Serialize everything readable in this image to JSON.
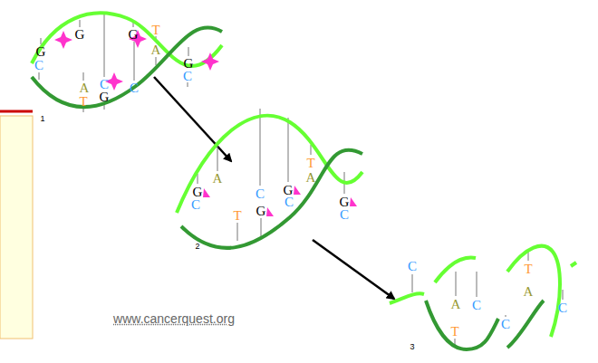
{
  "diagram": {
    "labels": [
      "G",
      "C",
      "G",
      "A",
      "T",
      "C",
      "G",
      "G",
      "C",
      "T",
      "A",
      "G",
      "C",
      "1",
      "G",
      "C",
      "A",
      "T",
      "C",
      "G",
      "G",
      "C",
      "T",
      "A",
      "G",
      "C",
      "2",
      "www.cancerquest.org",
      "C",
      "A",
      "T",
      "C",
      "C",
      "T",
      "A",
      "C",
      "3"
    ]
  }
}
